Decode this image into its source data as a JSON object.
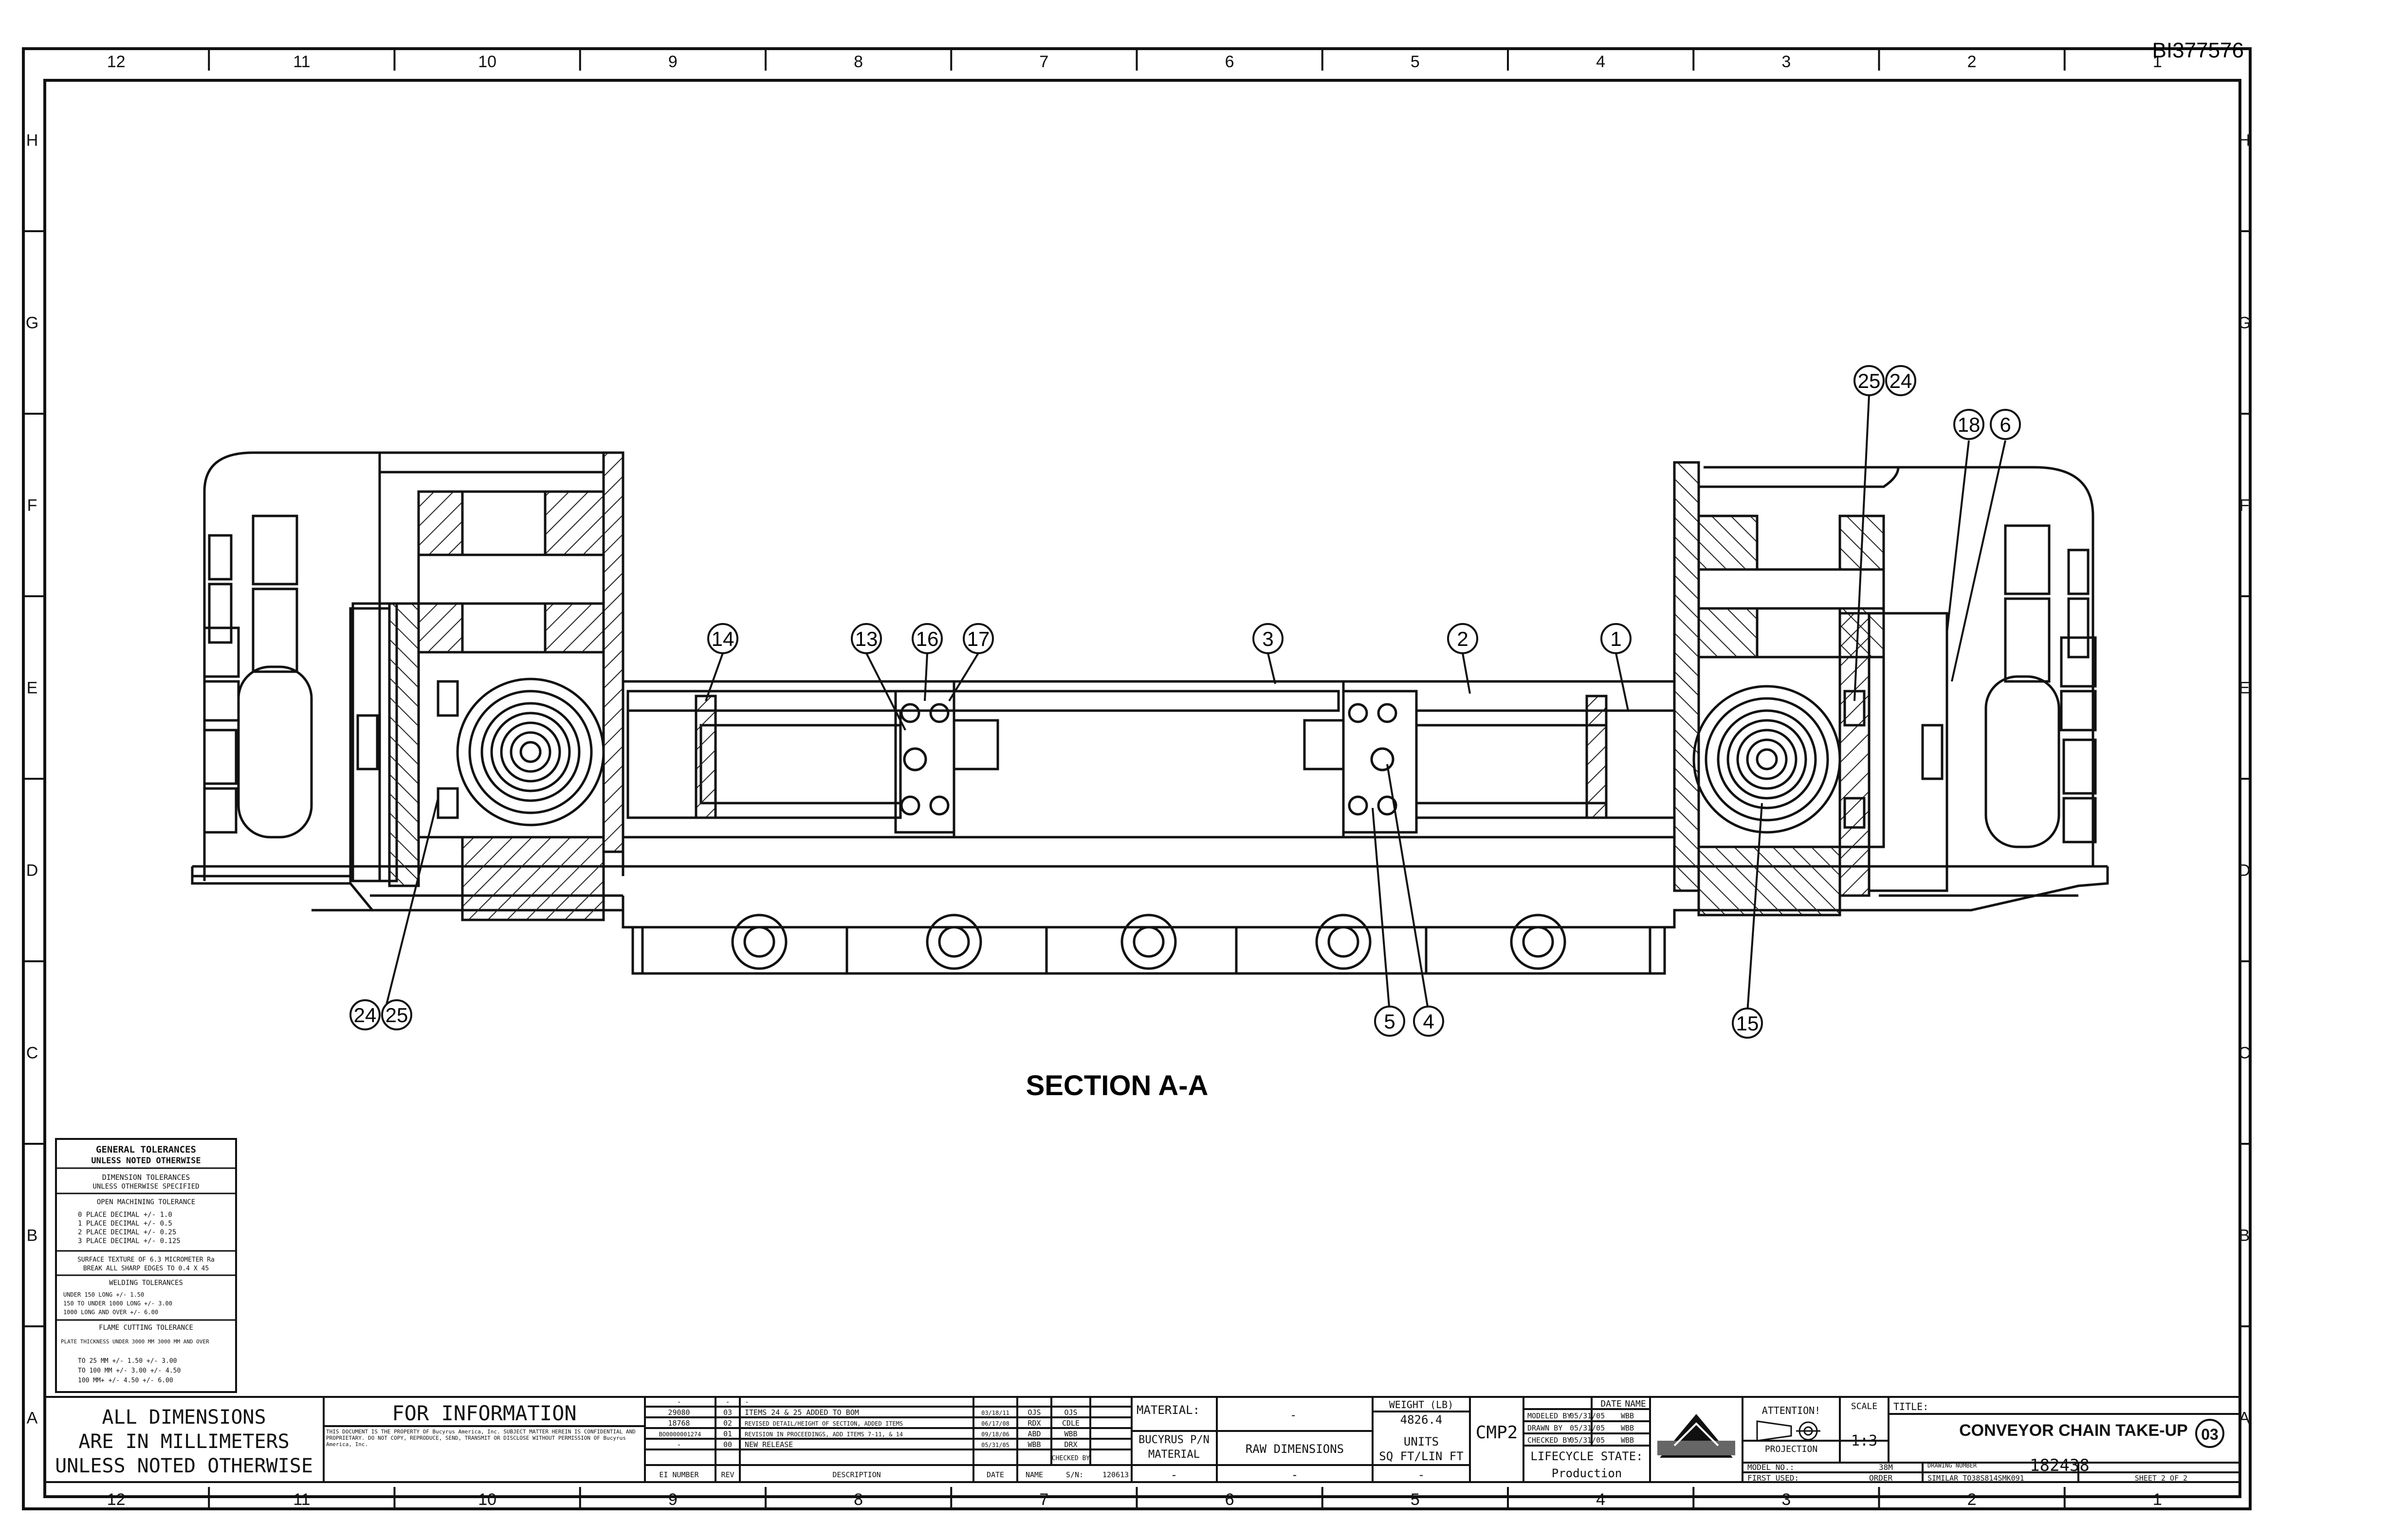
{
  "doc_id": "BI377576",
  "col_labels": [
    "12",
    "11",
    "10",
    "9",
    "8",
    "7",
    "6",
    "5",
    "4",
    "3",
    "2",
    "1"
  ],
  "row_labels": [
    "H",
    "G",
    "F",
    "E",
    "D",
    "C",
    "B",
    "A"
  ],
  "section_title": "SECTION  A-A",
  "balloons": [
    {
      "label": "14"
    },
    {
      "label": "13"
    },
    {
      "label": "16"
    },
    {
      "label": "17"
    },
    {
      "label": "3"
    },
    {
      "label": "2"
    },
    {
      "label": "1"
    },
    {
      "label": "25"
    },
    {
      "label": "24"
    },
    {
      "label": "18"
    },
    {
      "label": "6"
    },
    {
      "label": "24"
    },
    {
      "label": "25"
    },
    {
      "label": "5"
    },
    {
      "label": "4"
    },
    {
      "label": "15"
    }
  ],
  "tolerances": {
    "title": "GENERAL TOLERANCES",
    "subtitle": "UNLESS NOTED OTHERWISE",
    "dim_title": "DIMENSION TOLERANCES",
    "dim_sub": "UNLESS OTHERWISE SPECIFIED",
    "open_title": "OPEN MACHINING TOLERANCE",
    "rows": [
      "0 PLACE DECIMAL  +/- 1.0",
      "1 PLACE DECIMAL  +/- 0.5",
      "2 PLACE DECIMAL  +/- 0.25",
      "3 PLACE DECIMAL  +/- 0.125"
    ],
    "surface": "SURFACE TEXTURE OF 6.3 MICROMETER Ra",
    "break": "BREAK ALL SHARP EDGES TO 0.4 X 45",
    "weld_title": "WELDING TOLERANCES",
    "weld_rows": [
      "UNDER 150 LONG   +/- 1.50",
      "150 TO UNDER 1000 LONG  +/- 3.00",
      "1000 LONG AND OVER  +/- 6.00"
    ],
    "flame_title": "FLAME CUTTING TOLERANCE",
    "flame_head": "PLATE THICKNESS   UNDER 3000 MM   3000 MM AND OVER",
    "flame_rows": [
      "TO 25 MM   +/- 1.50  +/- 3.00",
      "TO 100 MM  +/- 3.00  +/- 4.50",
      "100 MM+   +/- 4.50  +/- 6.00"
    ]
  },
  "title_block": {
    "all_dim_1": "ALL DIMENSIONS",
    "all_dim_2": "ARE IN MILLIMETERS",
    "all_dim_3": "UNLESS NOTED OTHERWISE",
    "for_info": "FOR INFORMATION",
    "proprietary": "THIS DOCUMENT IS THE PROPERTY OF Bucyrus America, Inc. SUBJECT MATTER HEREIN IS CONFIDENTIAL AND PROPRIETARY. DO NOT COPY, REPRODUCE, SEND, TRANSMIT OR DISCLOSE WITHOUT PERMISSION OF Bucyrus America, Inc.",
    "ei_number": "EI NUMBER",
    "rev_col": "REV",
    "description_col": "DESCRIPTION",
    "date_col": "DATE",
    "name_col": "NAME",
    "revisions": [
      {
        "ei": "-",
        "rev": "-",
        "desc": "-"
      },
      {
        "ei": "29080",
        "rev": "03",
        "desc": "ITEMS 24 & 25 ADDED TO BOM",
        "date": "03/18/11",
        "n1": "OJS",
        "n2": "OJS"
      },
      {
        "ei": "18768",
        "rev": "02",
        "desc": "REVISED DETAIL/HEIGHT OF SECTION, ADDED ITEMS",
        "date": "06/17/08",
        "n1": "RDX",
        "n2": "CDLE"
      },
      {
        "ei": "BO0000001274",
        "rev": "01",
        "desc": "REVISION IN PROCEEDINGS, ADD ITEMS 7-11, & 14",
        "date": "09/18/06",
        "n1": "ABD",
        "n2": "WBB"
      },
      {
        "ei": "-",
        "rev": "00",
        "desc": "NEW RELEASE",
        "date": "05/31/05",
        "n1": "WBB",
        "n2": "DRX"
      }
    ],
    "checked_by": "CHECKED BY",
    "s_n": "S/N:",
    "sn_val": "120613",
    "material_lbl": "MATERIAL:",
    "material_val": "-",
    "bucyrus_pn": "BUCYRUS P/N",
    "material2": "MATERIAL",
    "raw_dim": "RAW DIMENSIONS",
    "weight_lbl": "WEIGHT (LB)",
    "weight_val": "4826.4",
    "units_lbl": "UNITS",
    "units_val": "SQ FT/LIN FT",
    "dash": "-",
    "cmp": "CMP2",
    "modeled_by": "MODELED BY",
    "drawn_by": "DRAWN BY",
    "checked_by2": "CHECKED BY",
    "date_hdr": "DATE",
    "name_hdr": "NAME",
    "date_val": "05/31/05",
    "name_val": "WBB",
    "lifecycle_1": "LIFECYCLE STATE:",
    "lifecycle_2": "Production",
    "attention": "ATTENTION!",
    "projection": "PROJECTION",
    "scale_lbl": "SCALE",
    "scale_val": "1:3",
    "title_lbl": "TITLE:",
    "title_val": "CONVEYOR CHAIN TAKE-UP",
    "rev_badge": "03",
    "model_no": "MODEL NO.:",
    "model_val": "38M",
    "drawing_number": "DRAWING NUMBER",
    "drawing_val": "182438",
    "first_used": "FIRST USED:",
    "first_val": "ORDER",
    "similar": "SIMILAR TO38S814SMK091",
    "sheet": "SHEET 2 OF 2"
  }
}
